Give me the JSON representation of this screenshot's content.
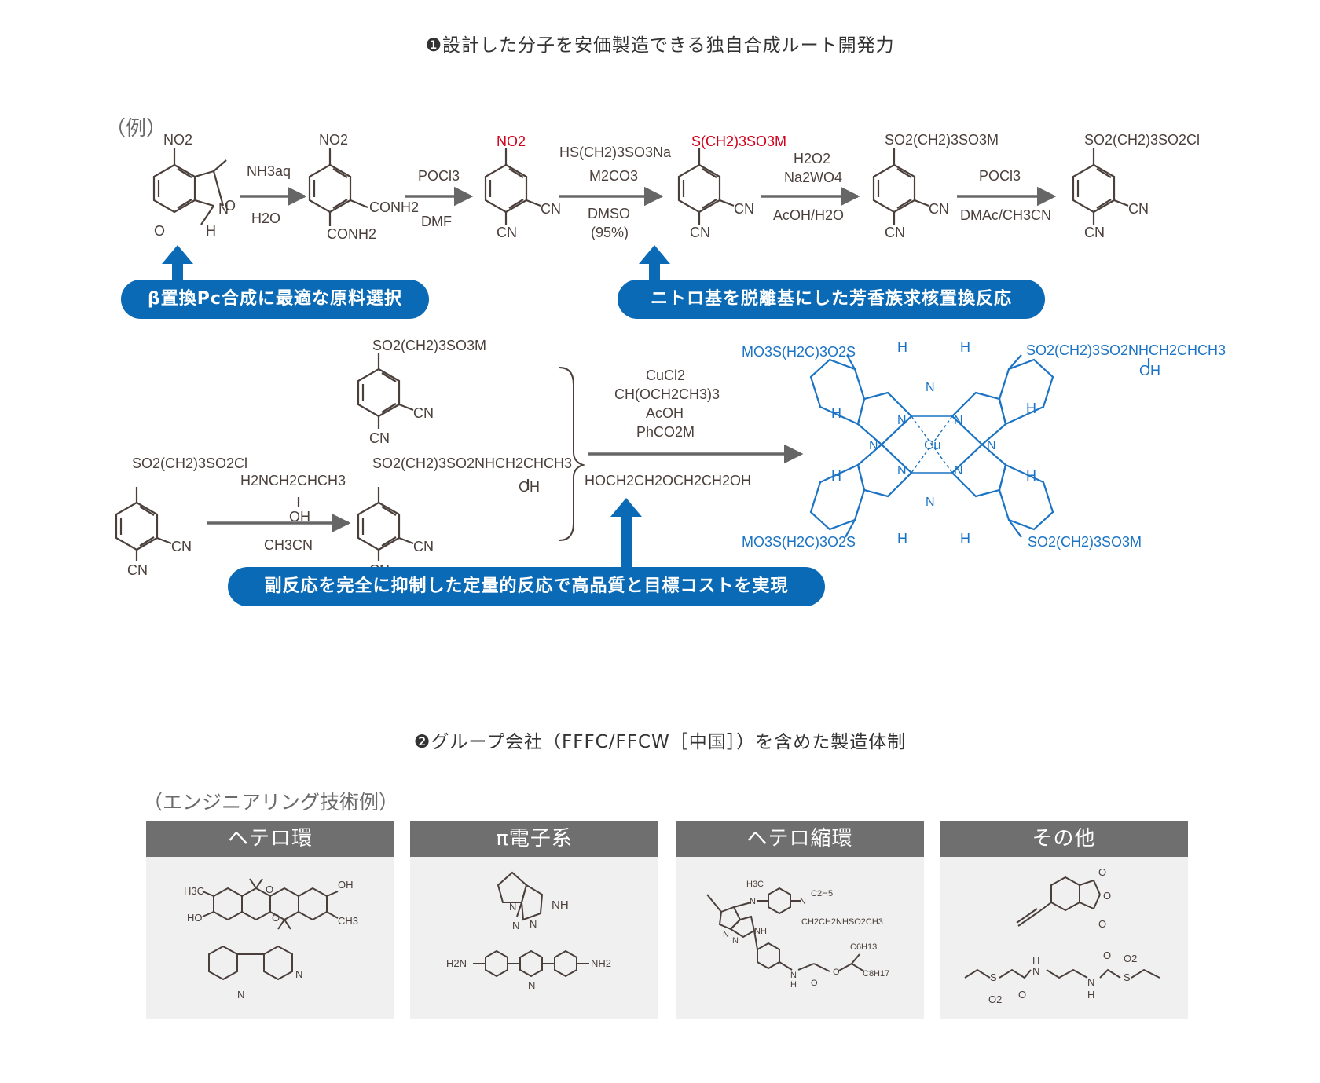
{
  "headings": {
    "section1": "❶設計した分子を安価製造できる独自合成ルート開発力",
    "section2": "❷グループ会社（FFFC/FFCW［中国］）を含めた製造体制"
  },
  "labels": {
    "example": "（例）",
    "engineering_example": "（エンジニアリング技術例）"
  },
  "callouts": {
    "beta": "β置換Pc合成に最適な原料選択",
    "nitro": "ニトロ基を脱離基にした芳香族求核置換反応",
    "side": "副反応を完全に抑制した定量的反応で高品質と目標コストを実現"
  },
  "route1": {
    "s1_no2": "NO2",
    "s1_nh": "N",
    "s1_h": "H",
    "s1_o1": "O",
    "s1_o2": "O",
    "r1_top": "NH3aq",
    "r1_bot": "H2O",
    "s2_no2": "NO2",
    "s2_conh2a": "CONH2",
    "s2_conh2b": "CONH2",
    "r2_top": "POCl3",
    "r2_bot": "DMF",
    "s3_no2": "NO2",
    "s3_cn1": "CN",
    "s3_cn2": "CN",
    "r3_top1": "HS(CH2)3SO3Na",
    "r3_top2": "M2CO3",
    "r3_bot1": "DMSO",
    "r3_bot2": "(95%)",
    "s4_sub": "S(CH2)3SO3M",
    "s4_cn1": "CN",
    "s4_cn2": "CN",
    "r4_top1": "H2O2",
    "r4_top2": "Na2WO4",
    "r4_bot": "AcOH/H2O",
    "s5_sub": "SO2(CH2)3SO3M",
    "s5_cn1": "CN",
    "s5_cn2": "CN",
    "r5_top": "POCl3",
    "r5_bot": "DMAc/CH3CN",
    "s6_sub": "SO2(CH2)3SO2Cl",
    "s6_cn1": "CN",
    "s6_cn2": "CN"
  },
  "route2": {
    "top_sub": "SO2(CH2)3SO3M",
    "top_cn1": "CN",
    "top_cn2": "CN",
    "left_sub": "SO2(CH2)3SO2Cl",
    "left_cn1": "CN",
    "left_cn2": "CN",
    "amine_top": "H2NCH2CHCH3",
    "amine_oh": "OH",
    "amine_bot": "CH3CN",
    "mid_sub": "SO2(CH2)3SO2NHCH2CHCH3",
    "mid_oh": "OH",
    "mid_cn1": "CN",
    "mid_cn2": "CN",
    "cond1": "CuCl2",
    "cond2": "CH(OCH2CH3)3",
    "cond3": "AcOH",
    "cond4": "PhCO2M",
    "cond5": "HOCH2CH2OCH2CH2OH"
  },
  "pc": {
    "tl": "MO3S(H2C)3O2S",
    "tr": "SO2(CH2)3SO2NHCH2CHCH3",
    "tr_oh": "OH",
    "bl": "MO3S(H2C)3O2S",
    "br": "SO2(CH2)3SO3M",
    "cu": "Cu",
    "n": "N",
    "h": "H"
  },
  "cards": [
    {
      "title": "ヘテロ環"
    },
    {
      "title": "π電子系"
    },
    {
      "title": "ヘテロ縮環"
    },
    {
      "title": "その他"
    }
  ],
  "card_text": {
    "c1_h3c": "H3C",
    "c1_ho_l": "HO",
    "c1_oh_r": "OH",
    "c1_ch3": "CH3",
    "c1_o1": "O",
    "c1_o2": "O",
    "c1_n1": "N",
    "c1_n2": "N",
    "c2_nh": "NH",
    "c2_n1": "N",
    "c2_n2": "N",
    "c2_n3": "N",
    "c2_h2n": "H2N",
    "c2_nh2": "NH2",
    "c2_npy": "N",
    "c3_h3c": "H3C",
    "c3_c2h5": "C2H5",
    "c3_chain": "CH2CH2NHSO2CH3",
    "c3_n1": "N",
    "c3_n2": "N",
    "c3_nh": "NH",
    "c3_n3": "N",
    "c3_n4": "N",
    "c3_nh2": "N",
    "c3_h": "H",
    "c3_o1": "O",
    "c3_o2": "O",
    "c3_c6": "C6H13",
    "c3_c8": "C8H17",
    "c4_o1": "O",
    "c4_o2": "O",
    "c4_o3": "O",
    "c4_s1": "S",
    "c4_s2": "S",
    "c4_o2a": "O2",
    "c4_o2b": "O2",
    "c4_h1": "H",
    "c4_h2": "H",
    "c4_n1": "N",
    "c4_n2": "N",
    "c4_oa": "O",
    "c4_ob": "O"
  },
  "colors": {
    "accent": "#0a6ab6",
    "red": "#d0021b",
    "struct": "#4a3f3b",
    "arrow": "#666666"
  }
}
